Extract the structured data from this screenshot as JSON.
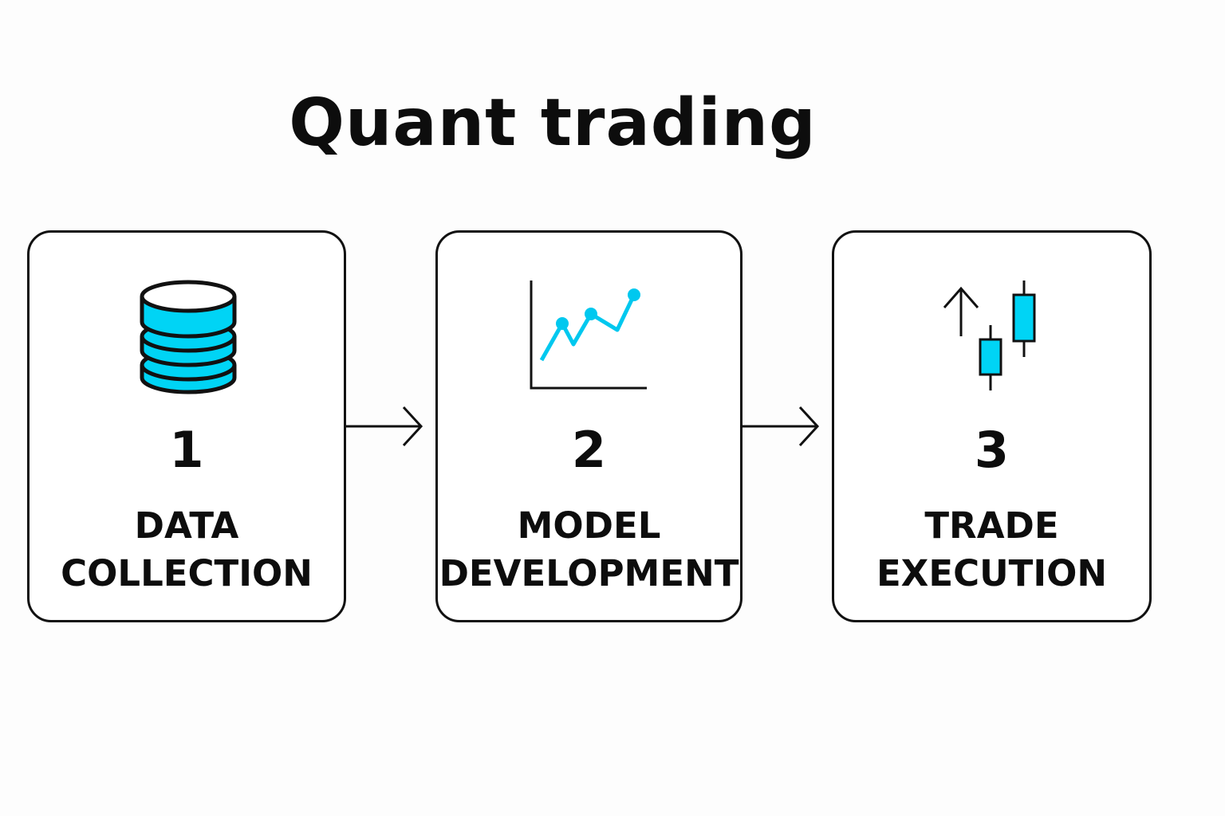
{
  "diagram": {
    "title": "Quant trading",
    "accent_color": "#00d4f5",
    "steps": [
      {
        "number": "1",
        "label_line1": "DATA",
        "label_line2": "COLLECTION",
        "icon": "database-icon"
      },
      {
        "number": "2",
        "label_line1": "MODEL",
        "label_line2": "DEVELOPMENT",
        "icon": "line-chart-icon"
      },
      {
        "number": "3",
        "label_line1": "TRADE",
        "label_line2": "EXECUTION",
        "icon": "candlestick-icon"
      }
    ],
    "connectors": [
      "arrow-right-icon",
      "arrow-right-icon"
    ]
  }
}
